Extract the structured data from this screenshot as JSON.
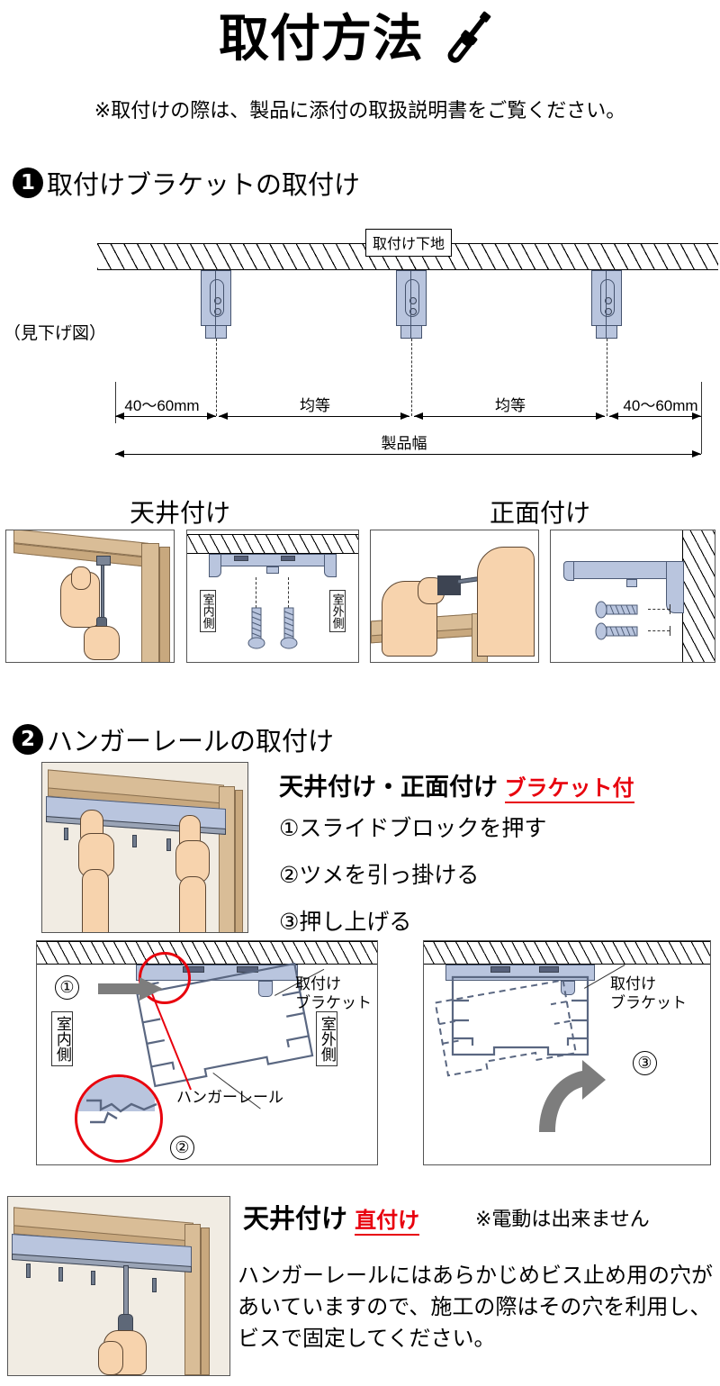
{
  "header": {
    "title": "取付方法",
    "icon": "screwdriver-icon",
    "note": "※取付けの際は、製品に添付の取扱説明書をご覧ください。"
  },
  "step1": {
    "number": "1",
    "title": "取付けブラケットの取付け",
    "view_label": "（見下げ図）",
    "substrate_label": "取付け下地",
    "dims": {
      "edge_left": "40〜60mm",
      "equal_1": "均等",
      "equal_2": "均等",
      "edge_right": "40〜60mm",
      "total": "製品幅"
    },
    "mount_types": [
      {
        "heading": "天井付け",
        "panels": [
          {
            "name": "ceiling-mount-hand-illustration"
          },
          {
            "name": "ceiling-mount-section",
            "labels": {
              "indoor": "室内側",
              "outdoor": "室外側"
            }
          }
        ]
      },
      {
        "heading": "正面付け",
        "panels": [
          {
            "name": "face-mount-hand-illustration"
          },
          {
            "name": "face-mount-section"
          }
        ]
      }
    ]
  },
  "step2": {
    "number": "2",
    "title": "ハンガーレールの取付け",
    "subheading": "天井付け・正面付け",
    "tag": "ブラケット付",
    "items": [
      "①スライドブロックを押す",
      "②ツメを引っ掛ける",
      "③押し上げる"
    ],
    "diagram_left": {
      "step_marker": "①",
      "detail_marker": "②",
      "bracket_label": "取付け\nブラケット",
      "bracket_label_line1": "取付け",
      "bracket_label_line2": "ブラケット",
      "rail_label": "ハンガーレール",
      "indoor": "室内側",
      "outdoor": "室外側"
    },
    "diagram_right": {
      "step_marker": "③",
      "bracket_label_line1": "取付け",
      "bracket_label_line2": "ブラケット"
    }
  },
  "step3": {
    "heading": "天井付け",
    "tag": "直付け",
    "note": "※電動は出来ません",
    "body": "ハンガーレールにはあらかじめビス止め用の穴があいていますので、施工の際はその穴を利用し、ビスで固定してください。",
    "panel_name": "direct-mount-hand-illustration"
  },
  "colors": {
    "accent_red": "#e8000d",
    "metal_blue": "#b9c5de",
    "wood": "#d9bd97",
    "skin": "#f7d3ad",
    "panel_bg": "#f1ece3"
  }
}
